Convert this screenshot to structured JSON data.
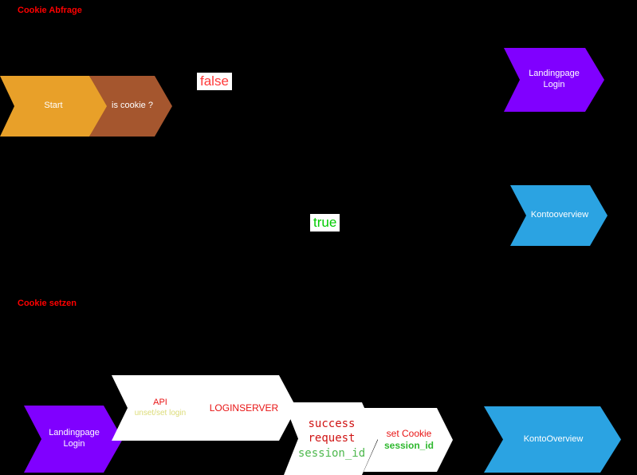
{
  "annotations": {
    "cookie_abfrage": "Cookie Abfrage",
    "cookie_setzen": "Cookie setzen",
    "false_label": "false",
    "true_label": "true"
  },
  "flow_top": {
    "start": "Start",
    "is_cookie": "is cookie ?",
    "landingpage": {
      "line1": "Landingpage",
      "line2": "Login"
    },
    "kontooverview": "Kontooverview"
  },
  "flow_bottom": {
    "landingpage": {
      "line1": "Landingpage",
      "line2": "Login"
    },
    "api": {
      "title": "API",
      "subtitle": "unset/set login"
    },
    "loginserver": "LOGINSERVER",
    "success": {
      "line1": "success",
      "line2": "request",
      "line3": "session_id"
    },
    "set_cookie": {
      "line1": "set Cookie",
      "line2": "session_id"
    },
    "kontooverview": "KontoOverview"
  },
  "colors": {
    "background": "#000000",
    "start_fill": "#E8A029",
    "is_cookie_fill": "#A5562E",
    "purple_fill": "#8000FF",
    "blue_fill": "#2BA3E2",
    "white_fill": "#FFFFFF",
    "section_label_red": "#FF0000",
    "shape_text_red": "#E81414",
    "false_red": "#FF3A3A",
    "true_green": "#00CC00",
    "session_id_green": "#4DB84D",
    "subtitle_yellow": "#DCDC78"
  }
}
